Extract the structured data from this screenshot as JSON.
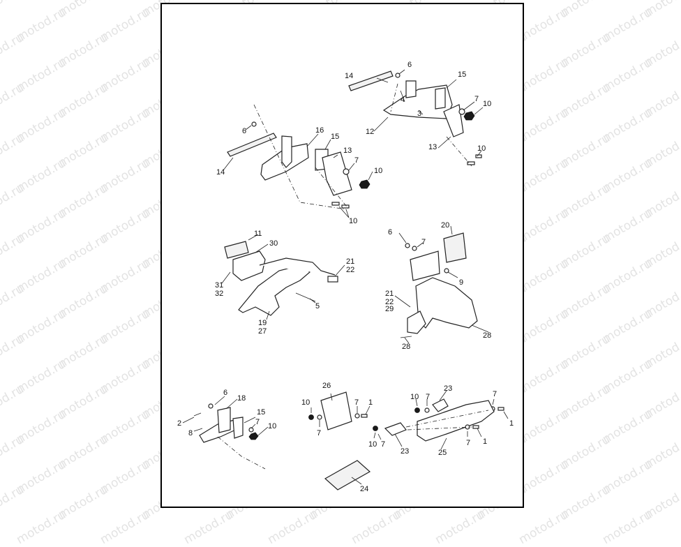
{
  "watermark": {
    "text": "motod.ru",
    "color": "#e3e3e3"
  },
  "groups": [
    {
      "id": "group-upper-left",
      "callouts": [
        {
          "text": "6"
        },
        {
          "text": "16"
        },
        {
          "text": "15"
        },
        {
          "text": "14"
        },
        {
          "text": "13"
        },
        {
          "text": "7"
        },
        {
          "text": "10"
        },
        {
          "text": "10"
        }
      ]
    },
    {
      "id": "group-upper-right",
      "callouts": [
        {
          "text": "14"
        },
        {
          "text": "6"
        },
        {
          "text": "15"
        },
        {
          "text": "4"
        },
        {
          "text": "3"
        },
        {
          "text": "7"
        },
        {
          "text": "10"
        },
        {
          "text": "12"
        },
        {
          "text": "13"
        },
        {
          "text": "10"
        }
      ]
    },
    {
      "id": "group-middle-left",
      "callouts": [
        {
          "text": "11"
        },
        {
          "text": "30"
        },
        {
          "text": "21"
        },
        {
          "text": "22"
        },
        {
          "text": "31"
        },
        {
          "text": "32"
        },
        {
          "text": "5"
        },
        {
          "text": "19"
        },
        {
          "text": "27"
        }
      ]
    },
    {
      "id": "group-middle-right",
      "callouts": [
        {
          "text": "20"
        },
        {
          "text": "6"
        },
        {
          "text": "7"
        },
        {
          "text": "9"
        },
        {
          "text": "21"
        },
        {
          "text": "22"
        },
        {
          "text": "29"
        },
        {
          "text": "28"
        },
        {
          "text": "28"
        }
      ]
    },
    {
      "id": "group-lower-left",
      "callouts": [
        {
          "text": "6"
        },
        {
          "text": "18"
        },
        {
          "text": "2"
        },
        {
          "text": "15"
        },
        {
          "text": "8"
        },
        {
          "text": "7"
        },
        {
          "text": "10"
        }
      ]
    },
    {
      "id": "group-lower-middle",
      "callouts": [
        {
          "text": "26"
        },
        {
          "text": "10"
        },
        {
          "text": "7"
        },
        {
          "text": "1"
        },
        {
          "text": "7"
        },
        {
          "text": "24"
        }
      ]
    },
    {
      "id": "group-lower-right",
      "callouts": [
        {
          "text": "23"
        },
        {
          "text": "10"
        },
        {
          "text": "7"
        },
        {
          "text": "7"
        },
        {
          "text": "1"
        },
        {
          "text": "10"
        },
        {
          "text": "7"
        },
        {
          "text": "23"
        },
        {
          "text": "7"
        },
        {
          "text": "1"
        },
        {
          "text": "25"
        }
      ]
    }
  ]
}
